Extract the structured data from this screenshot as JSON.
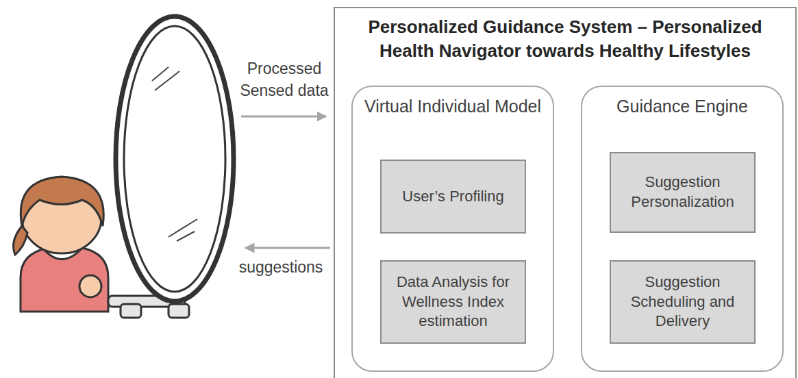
{
  "diagram": {
    "nodes": [
      {
        "text": [
          "Personalized Guidance System – Personalized Health Navigator towards Healthy Lifestyles"
        ]
      },
      {
        "text": [
          "Virtual Individual Model"
        ],
        "in": 0
      },
      {
        "text": [
          "User’s Profiling"
        ],
        "in": 1
      },
      {
        "text": [
          "Data Analysis for Wellness Index estimation"
        ],
        "in": 1
      },
      {
        "text": [
          "Guidance Engine"
        ],
        "in": 0
      },
      {
        "text": [
          "Suggestion Personalization"
        ],
        "in": 4
      },
      {
        "text": [
          "Suggestion Scheduling and Delivery"
        ],
        "in": 4
      }
    ],
    "edges": [
      {
        "from": 2,
        "to": 3,
        "arrow": "to"
      },
      {
        "from": 1,
        "to": 4,
        "arrow": "to"
      },
      {
        "from": 5,
        "to": 6,
        "arrow": "to"
      }
    ],
    "labels": [
      "Processed Sensed data",
      "suggestions"
    ]
  }
}
